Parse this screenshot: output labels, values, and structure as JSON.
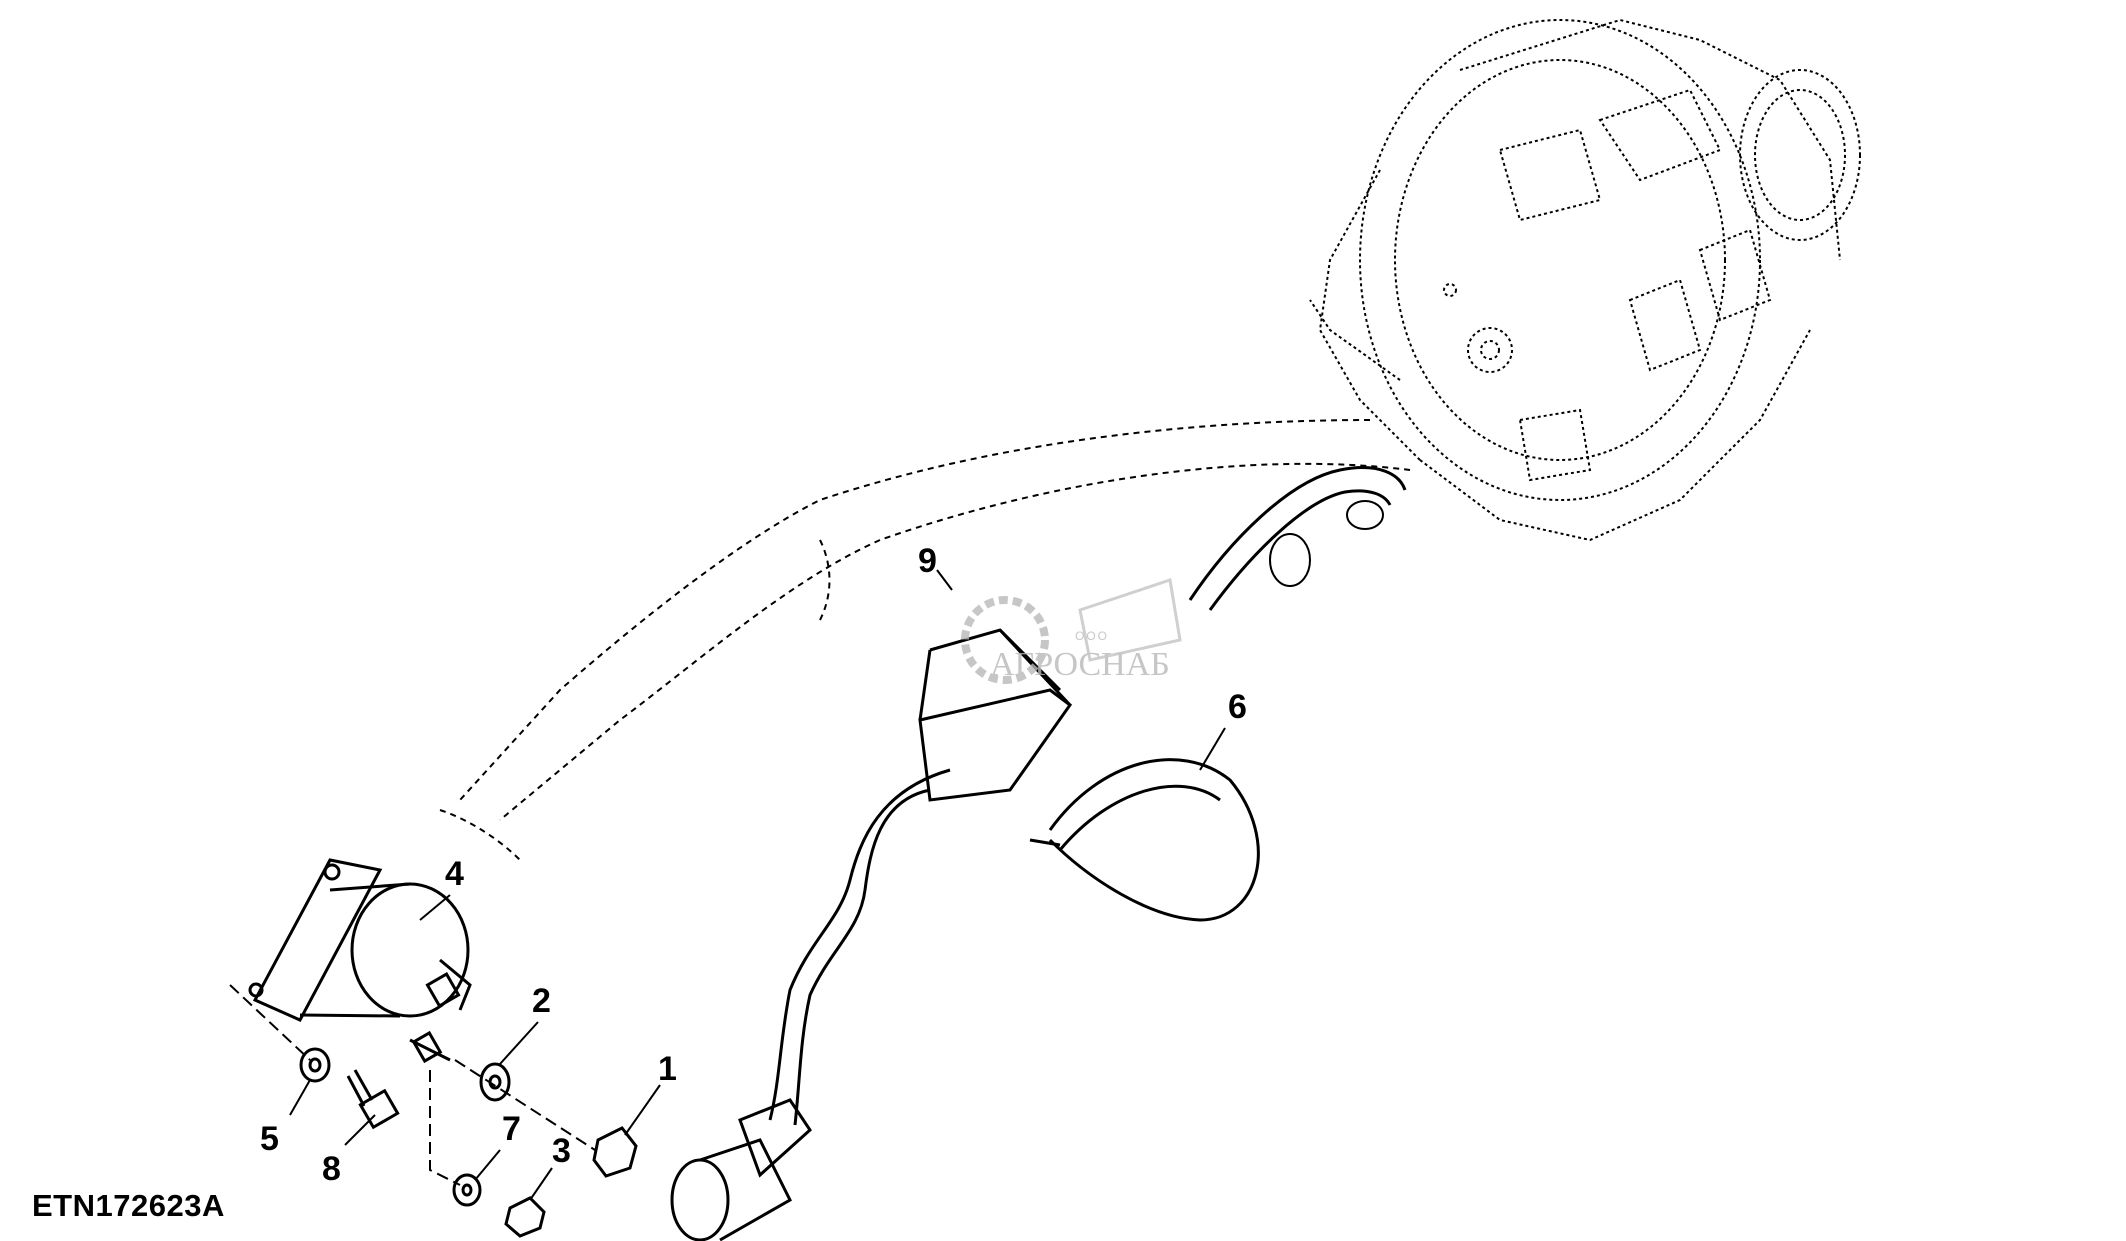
{
  "figure_id": "ETN172623A",
  "watermark": {
    "small": "ООО",
    "brand": "АГРОСНАБ"
  },
  "callouts": [
    {
      "id": "1",
      "label": "1"
    },
    {
      "id": "2",
      "label": "2"
    },
    {
      "id": "3",
      "label": "3"
    },
    {
      "id": "4",
      "label": "4"
    },
    {
      "id": "5",
      "label": "5"
    },
    {
      "id": "6",
      "label": "6"
    },
    {
      "id": "7",
      "label": "7"
    },
    {
      "id": "8",
      "label": "8"
    },
    {
      "id": "9",
      "label": "9"
    }
  ]
}
